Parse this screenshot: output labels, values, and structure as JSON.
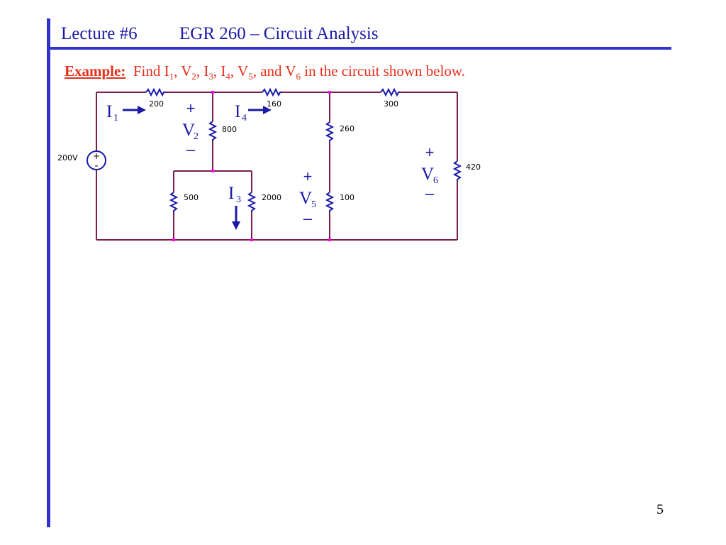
{
  "header": {
    "lecture": "Lecture #6",
    "course": "EGR 260 – Circuit Analysis"
  },
  "example": {
    "label": "Example:",
    "text_parts": [
      "Find I",
      "1",
      ", V",
      "2",
      ", I",
      "3",
      ", I",
      "4",
      ", V",
      "5",
      ", and V",
      "6",
      " in the circuit shown below."
    ]
  },
  "circuit": {
    "source": {
      "value": "200V",
      "plus": "+",
      "minus": "-"
    },
    "resistors": {
      "r200": "200",
      "r160": "160",
      "r300": "300",
      "r800": "800",
      "r260": "260",
      "r420": "420",
      "r500": "500",
      "r2000": "2000",
      "r100": "100"
    },
    "labels": {
      "I1": {
        "main": "I",
        "sub": "1"
      },
      "I3": {
        "main": "I",
        "sub": "3"
      },
      "I4": {
        "main": "I",
        "sub": "4"
      },
      "V2": {
        "plus": "+",
        "main": "V",
        "sub": "2",
        "minus": "–"
      },
      "V5": {
        "plus": "+",
        "main": "V",
        "sub": "5",
        "minus": "–"
      },
      "V6": {
        "plus": "+",
        "main": "V",
        "sub": "6",
        "minus": "–"
      }
    }
  },
  "footer": {
    "page_number": "5"
  }
}
